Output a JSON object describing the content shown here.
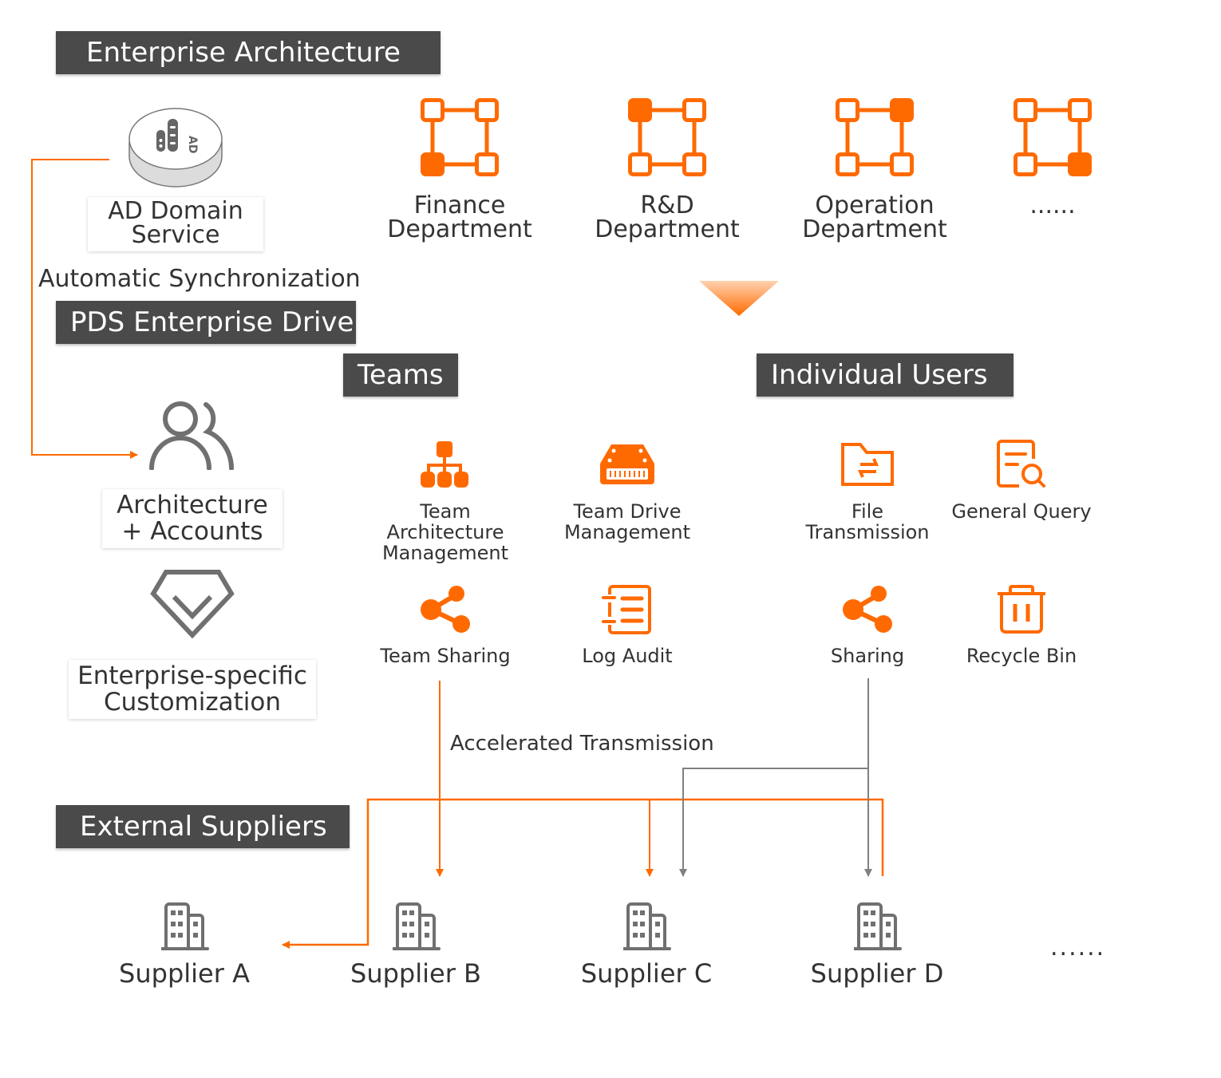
{
  "colors": {
    "accent": "#ff6a00",
    "tag_bg": "#4a4a4a",
    "icon_gray": "#707070",
    "text": "#333333",
    "connector_gray": "#808080"
  },
  "enterprise_architecture": {
    "title": "Enterprise Architecture",
    "ad_service": {
      "icon": "ad-server-icon",
      "label": "AD Domain\nService"
    },
    "departments": [
      {
        "icon": "org-structure-icon",
        "label": "Finance\nDepartment"
      },
      {
        "icon": "org-structure-icon",
        "label": "R&D\nDepartment"
      },
      {
        "icon": "org-structure-icon",
        "label": "Operation\nDepartment"
      },
      {
        "icon": "org-structure-icon",
        "label": "......"
      }
    ]
  },
  "sync_label": "Automatic Synchronization",
  "pds_enterprise_drive": {
    "title": "PDS Enterprise Drive",
    "left_items": [
      {
        "icon": "users-icon",
        "label": "Architecture\n+ Accounts"
      },
      {
        "icon": "diamond-check-icon",
        "label": "Enterprise-specific\nCustomization"
      }
    ],
    "teams": {
      "title": "Teams",
      "items": [
        {
          "icon": "hierarchy-icon",
          "label": "Team\nArchitecture\nManagement"
        },
        {
          "icon": "hard-drive-icon",
          "label": "Team Drive\nManagement"
        },
        {
          "icon": "share-icon",
          "label": "Team Sharing"
        },
        {
          "icon": "log-notebook-icon",
          "label": "Log Audit"
        }
      ]
    },
    "individual_users": {
      "title": "Individual Users",
      "items": [
        {
          "icon": "folder-transfer-icon",
          "label": "File\nTransmission"
        },
        {
          "icon": "document-search-icon",
          "label": "General Query"
        },
        {
          "icon": "share-icon",
          "label": "Sharing"
        },
        {
          "icon": "trash-icon",
          "label": "Recycle Bin"
        }
      ]
    }
  },
  "accelerated_label": "Accelerated Transmission",
  "external_suppliers": {
    "title": "External Suppliers",
    "suppliers": [
      {
        "icon": "building-icon",
        "name": "Supplier A"
      },
      {
        "icon": "building-icon",
        "name": "Supplier B"
      },
      {
        "icon": "building-icon",
        "name": "Supplier C"
      },
      {
        "icon": "building-icon",
        "name": "Supplier D"
      }
    ],
    "more": "......"
  }
}
